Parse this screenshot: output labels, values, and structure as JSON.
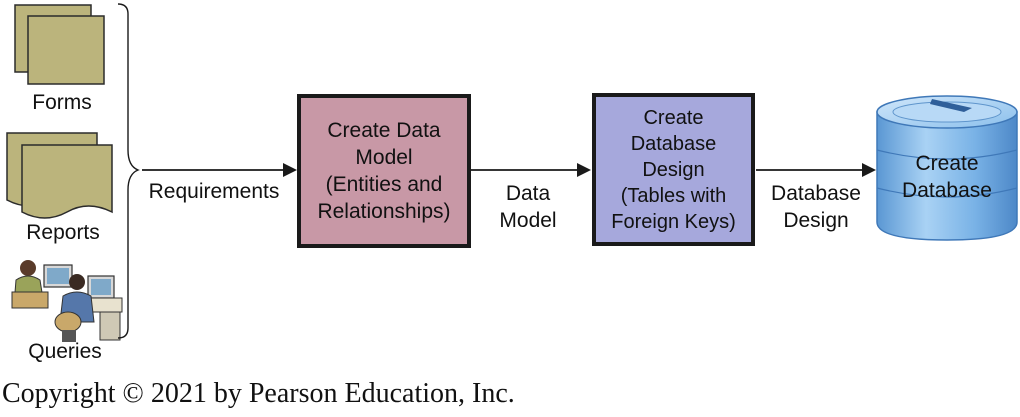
{
  "colors": {
    "doc_fill": "#bbb47c",
    "doc_stroke": "#2b2b2b",
    "data_model_box": "#c898a6",
    "db_design_box": "#a6a8dc",
    "db_cylinder": "#7fb6e6",
    "arrow": "#1a1a1a"
  },
  "sources": {
    "forms_label": "Forms",
    "reports_label": "Reports",
    "queries_label": "Queries",
    "forms_icon": "stacked-documents-icon",
    "reports_icon": "stacked-wavy-documents-icon",
    "queries_icon": "people-at-computers-icon"
  },
  "flow": {
    "requirements_label": "Requirements",
    "data_model_label_line1": "Data",
    "data_model_label_line2": "Model",
    "database_design_label_line1": "Database",
    "database_design_label_line2": "Design"
  },
  "boxes": {
    "create_data_model": [
      "Create Data",
      "Model",
      "(Entities and",
      "Relationships)"
    ],
    "create_database_design": [
      "Create",
      "Database",
      "Design",
      "(Tables with",
      "Foreign Keys)"
    ],
    "create_database": [
      "Create",
      "Database"
    ]
  },
  "footer": {
    "copyright": "Copyright © 2021 by Pearson Education, Inc."
  }
}
